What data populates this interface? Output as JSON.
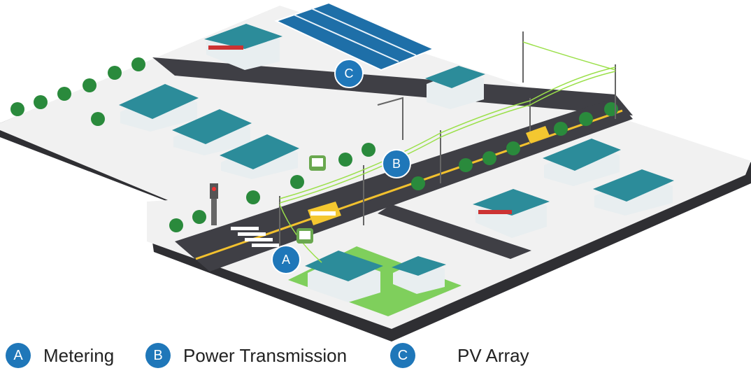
{
  "colors": {
    "accent": "#1f77b9",
    "road": "#3f3f45",
    "ground": "#f2f2f2",
    "ground_edge": "#2f2f33",
    "lawn": "#7fcf5c",
    "roof": "#2c8c9a",
    "wire": "#9be04a",
    "tree": "#2a8a3c"
  },
  "markers": {
    "a": {
      "letter": "A",
      "icon": "metering-letter-badge"
    },
    "b": {
      "letter": "B",
      "icon": "power-transmission-letter-badge"
    },
    "c": {
      "letter": "C",
      "icon": "pv-array-letter-badge"
    }
  },
  "legend": [
    {
      "letter": "A",
      "label": "Metering"
    },
    {
      "letter": "B",
      "label": "Power Transmission"
    },
    {
      "letter": "C",
      "label": "PV Array"
    }
  ],
  "icons": [
    "meter-icon",
    "solar-panel-icon",
    "utility-pole-icon",
    "tree-icon",
    "bus-icon",
    "car-icon",
    "traffic-light-icon",
    "street-lamp-icon",
    "house-icon",
    "factory-icon",
    "shop-icon"
  ]
}
